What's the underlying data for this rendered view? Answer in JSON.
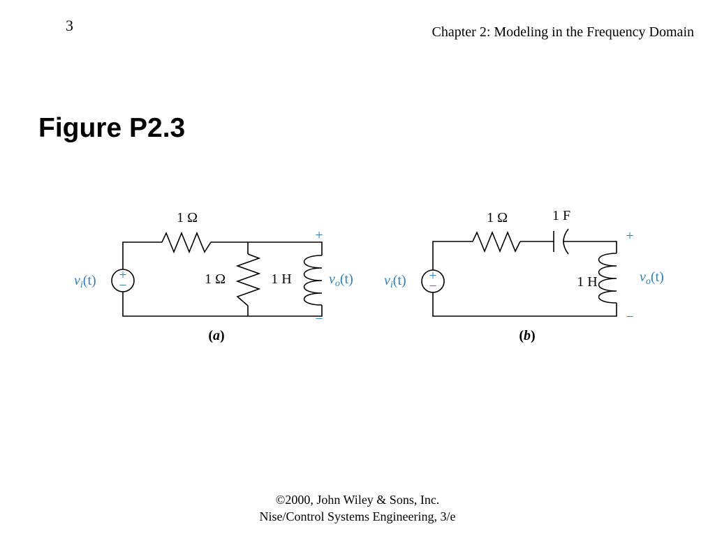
{
  "page_number": "3",
  "header": "Chapter 2: Modeling in the Frequency Domain",
  "title": "Figure P2.3",
  "circuit_a": {
    "caption_letter": "a",
    "resistor_series_label": "1 Ω",
    "resistor_shunt_label": "1 Ω",
    "inductor_label": "1 H",
    "input_v": "v",
    "input_sub": "i",
    "input_arg": "(t)",
    "output_v": "v",
    "output_sub": "o",
    "output_arg": "(t)",
    "plus": "+",
    "minus": "−"
  },
  "circuit_b": {
    "caption_letter": "b",
    "resistor_label": "1 Ω",
    "capacitor_label": "1 F",
    "inductor_label": "1 H",
    "input_v": "v",
    "input_sub": "i",
    "input_arg": "(t)",
    "output_v": "v",
    "output_sub": "o",
    "output_arg": "(t)",
    "plus": "+",
    "minus": "−"
  },
  "footer": {
    "line1": "©2000, John Wiley & Sons, Inc.",
    "line2": "Nise/Control Systems Engineering, 3/e"
  },
  "colors": {
    "accent": "#2f7fb5",
    "wire": "#000000"
  }
}
